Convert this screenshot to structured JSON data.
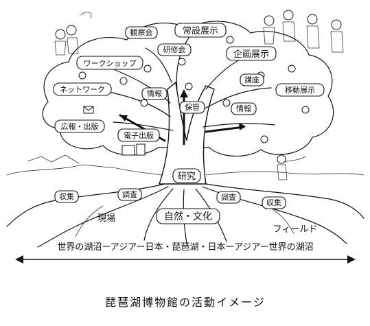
{
  "diagram": {
    "caption": "琵琶湖博物館の活動イメージ",
    "canopy_labels": {
      "observation": "観察会",
      "permanent_exhibition": "常設展示",
      "training": "研修会",
      "workshop": "ワークショップ",
      "planned_exhibition": "企画展示",
      "lecture": "講座",
      "network": "ネットワーク",
      "information_left": "情報",
      "mobile_exhibition": "移動展示",
      "conservation": "保管",
      "information_right": "情報",
      "publicity": "広報・出版",
      "e_publishing": "電子出版"
    },
    "trunk_label": "研究",
    "root_labels": {
      "collect_left": "収集",
      "survey_left": "調査",
      "survey_right": "調査",
      "collect_right": "収集",
      "nature_culture": "自然・文化",
      "site": "現場",
      "field": "フィールド"
    },
    "scope_line": "世界の湖沼ーアジアー日本・琵琶湖・日本ーアジアー世界の湖沼"
  }
}
